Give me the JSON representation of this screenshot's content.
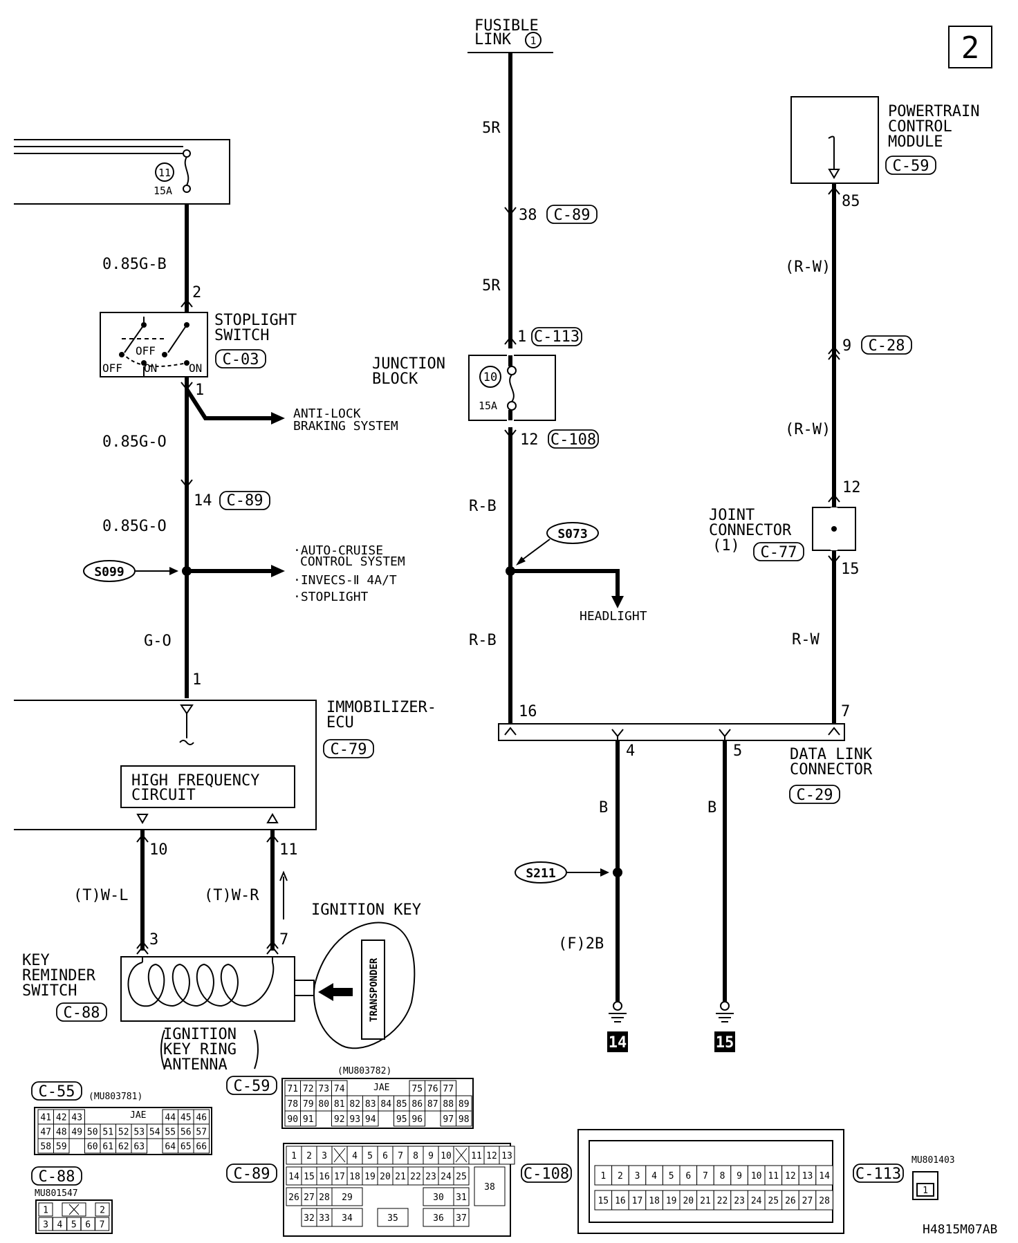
{
  "page_number": "2",
  "diagram_code": "H4815M07AB",
  "fusible_link": {
    "line1": "FUSIBLE",
    "line2": "LINK",
    "num": "1"
  },
  "pcm": {
    "line1": "POWERTRAIN",
    "line2": "CONTROL",
    "line3": "MODULE",
    "connector": "C-59",
    "pin": "85"
  },
  "left_fuse": {
    "num": "11",
    "rating": "15A"
  },
  "junction_block": {
    "line1": "JUNCTION",
    "line2": "BLOCK",
    "fuse_num": "10",
    "rating": "15A"
  },
  "stoplight_switch": {
    "line1": "STOPLIGHT",
    "line2": "SWITCH",
    "connector": "C-03",
    "off1": "OFF",
    "off2": "OFF",
    "on1": "ON",
    "on2": "ON",
    "pin_top": "2",
    "pin_bottom": "1"
  },
  "wires": {
    "w_085gb": "0.85G-B",
    "w_085go_1": "0.85G-O",
    "w_085go_2": "0.85G-O",
    "w_go": "G-O",
    "w_5r_1": "5R",
    "w_5r_2": "5R",
    "w_rb_1": "R-B",
    "w_rb_2": "R-B",
    "w_rw_1": "(R-W)",
    "w_rw_2": "(R-W)",
    "w_rw_3": "R-W",
    "w_b_1": "B",
    "w_b_2": "B",
    "w_f2b": "(F)2B",
    "w_twl": "(T)W-L",
    "w_twr": "(T)W-R"
  },
  "connector_refs": {
    "c89_a": {
      "pin": "38",
      "ref": "C-89"
    },
    "c113": {
      "pin": "1",
      "ref": "C-113"
    },
    "c108": {
      "pin": "12",
      "ref": "C-108"
    },
    "c89_b": {
      "pin": "14",
      "ref": "C-89"
    },
    "c28": {
      "pin": "9",
      "ref": "C-28"
    }
  },
  "abs": {
    "line1": "ANTI-LOCK",
    "line2": "BRAKING SYSTEM"
  },
  "splices": {
    "s099": "S099",
    "s073": "S073",
    "s211": "S211"
  },
  "cruise_list": {
    "line1": "·AUTO-CRUISE",
    "line2": "CONTROL SYSTEM",
    "line3": "·INVECS-Ⅱ 4A/T",
    "line4": "·STOPLIGHT"
  },
  "headlight": "HEADLIGHT",
  "joint_connector": {
    "line1": "JOINT",
    "line2": "CONNECTOR",
    "line3": "(1)",
    "connector": "C-77",
    "pin_top": "12",
    "pin_bottom": "15"
  },
  "immobilizer": {
    "line1": "IMMOBILIZER-",
    "line2": "ECU",
    "connector": "C-79",
    "pin_in": "1",
    "hf_line1": "HIGH FREQUENCY",
    "hf_line2": "CIRCUIT",
    "pin_l": "10",
    "pin_r": "11"
  },
  "data_link": {
    "line1": "DATA LINK",
    "line2": "CONNECTOR",
    "connector": "C-29",
    "pin16": "16",
    "pin7": "7",
    "pin4": "4",
    "pin5": "5"
  },
  "grounds": {
    "g14": "14",
    "g15": "15"
  },
  "key_reminder": {
    "line1": "KEY",
    "line2": "REMINDER",
    "line3": "SWITCH",
    "connector": "C-88",
    "pin_l": "3",
    "pin_r": "7"
  },
  "antenna": {
    "line1": "IGNITION",
    "line2": "KEY RING",
    "line3": "ANTENNA"
  },
  "ignition_key": "IGNITION KEY",
  "transponder": "TRANSPONDER",
  "connector_faces": {
    "c55": {
      "label": "C-55",
      "part": "(MU803781)",
      "jae": "JAE",
      "row1": [
        "41",
        "42",
        "43",
        "",
        "",
        "",
        "",
        "",
        "44",
        "45",
        "46"
      ],
      "row2": [
        "47",
        "48",
        "49",
        "50",
        "51",
        "52",
        "53",
        "54",
        "55",
        "56",
        "57"
      ],
      "row3": [
        "58",
        "59",
        "",
        "60",
        "61",
        "62",
        "63",
        "",
        "64",
        "65",
        "66"
      ]
    },
    "c59": {
      "label": "C-59",
      "part": "(MU803782)",
      "jae": "JAE",
      "row1": [
        "71",
        "72",
        "73",
        "74",
        "",
        "",
        "",
        "",
        "75",
        "76",
        "77"
      ],
      "row2": [
        "78",
        "79",
        "80",
        "81",
        "82",
        "83",
        "84",
        "85",
        "86",
        "87",
        "88",
        "89"
      ],
      "row3": [
        "90",
        "91",
        "",
        "92",
        "93",
        "94",
        "",
        "95",
        "96",
        "",
        "97",
        "98"
      ]
    },
    "c88": {
      "label": "C-88",
      "part": "MU801547",
      "row1": [
        "1",
        "",
        "2"
      ],
      "row2": [
        "3",
        "4",
        "5",
        "6",
        "7"
      ]
    },
    "c89": {
      "label": "C-89",
      "row1": [
        "1",
        "2",
        "3",
        "",
        "4",
        "5",
        "6",
        "7",
        "8",
        "9",
        "10",
        "",
        "11",
        "12",
        "13"
      ],
      "row2": [
        "14",
        "15",
        "16",
        "17",
        "18",
        "19",
        "20",
        "21",
        "22",
        "23",
        "24",
        "25"
      ],
      "row3": [
        "26",
        "27",
        "28",
        "29",
        "30",
        "31",
        "38"
      ],
      "row4": [
        "32",
        "33",
        "34",
        "35",
        "36",
        "37"
      ]
    },
    "c108": {
      "label": "C-108",
      "row1": [
        "1",
        "2",
        "3",
        "4",
        "5",
        "6",
        "7",
        "8",
        "9",
        "10",
        "11",
        "12",
        "13",
        "14"
      ],
      "row2": [
        "15",
        "16",
        "17",
        "18",
        "19",
        "20",
        "21",
        "22",
        "23",
        "24",
        "25",
        "26",
        "27",
        "28"
      ]
    },
    "c113": {
      "label": "C-113",
      "part": "MU801403",
      "pin": "1"
    }
  }
}
